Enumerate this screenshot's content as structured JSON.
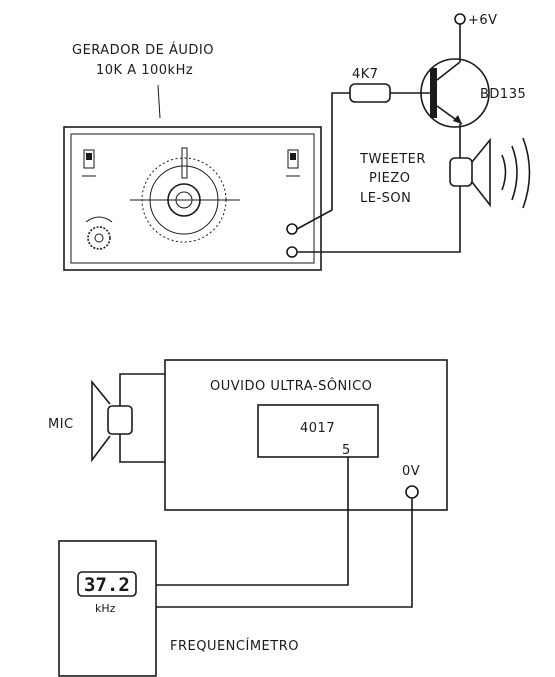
{
  "top_circuit": {
    "generator_label_line1": "GERADOR DE ÁUDIO",
    "generator_label_line2": "10K A 100kHz",
    "resistor_label": "4K7",
    "supply_label": "+6V",
    "transistor_label": "BD135",
    "tweeter_line1": "TWEETER",
    "tweeter_line2": "PIEZO",
    "tweeter_line3": "LE-SON"
  },
  "bottom_circuit": {
    "device_label": "OUVIDO ULTRA-SÔNICO",
    "chip_label": "4017",
    "pin_label": "5",
    "ground_label": "0V",
    "mic_label": "MIC",
    "meter_reading": "37.2",
    "meter_unit": "kHz",
    "meter_label": "FREQUENCÍMETRO"
  },
  "colors": {
    "ink": "#1a1a1a",
    "paper": "#ffffff"
  }
}
